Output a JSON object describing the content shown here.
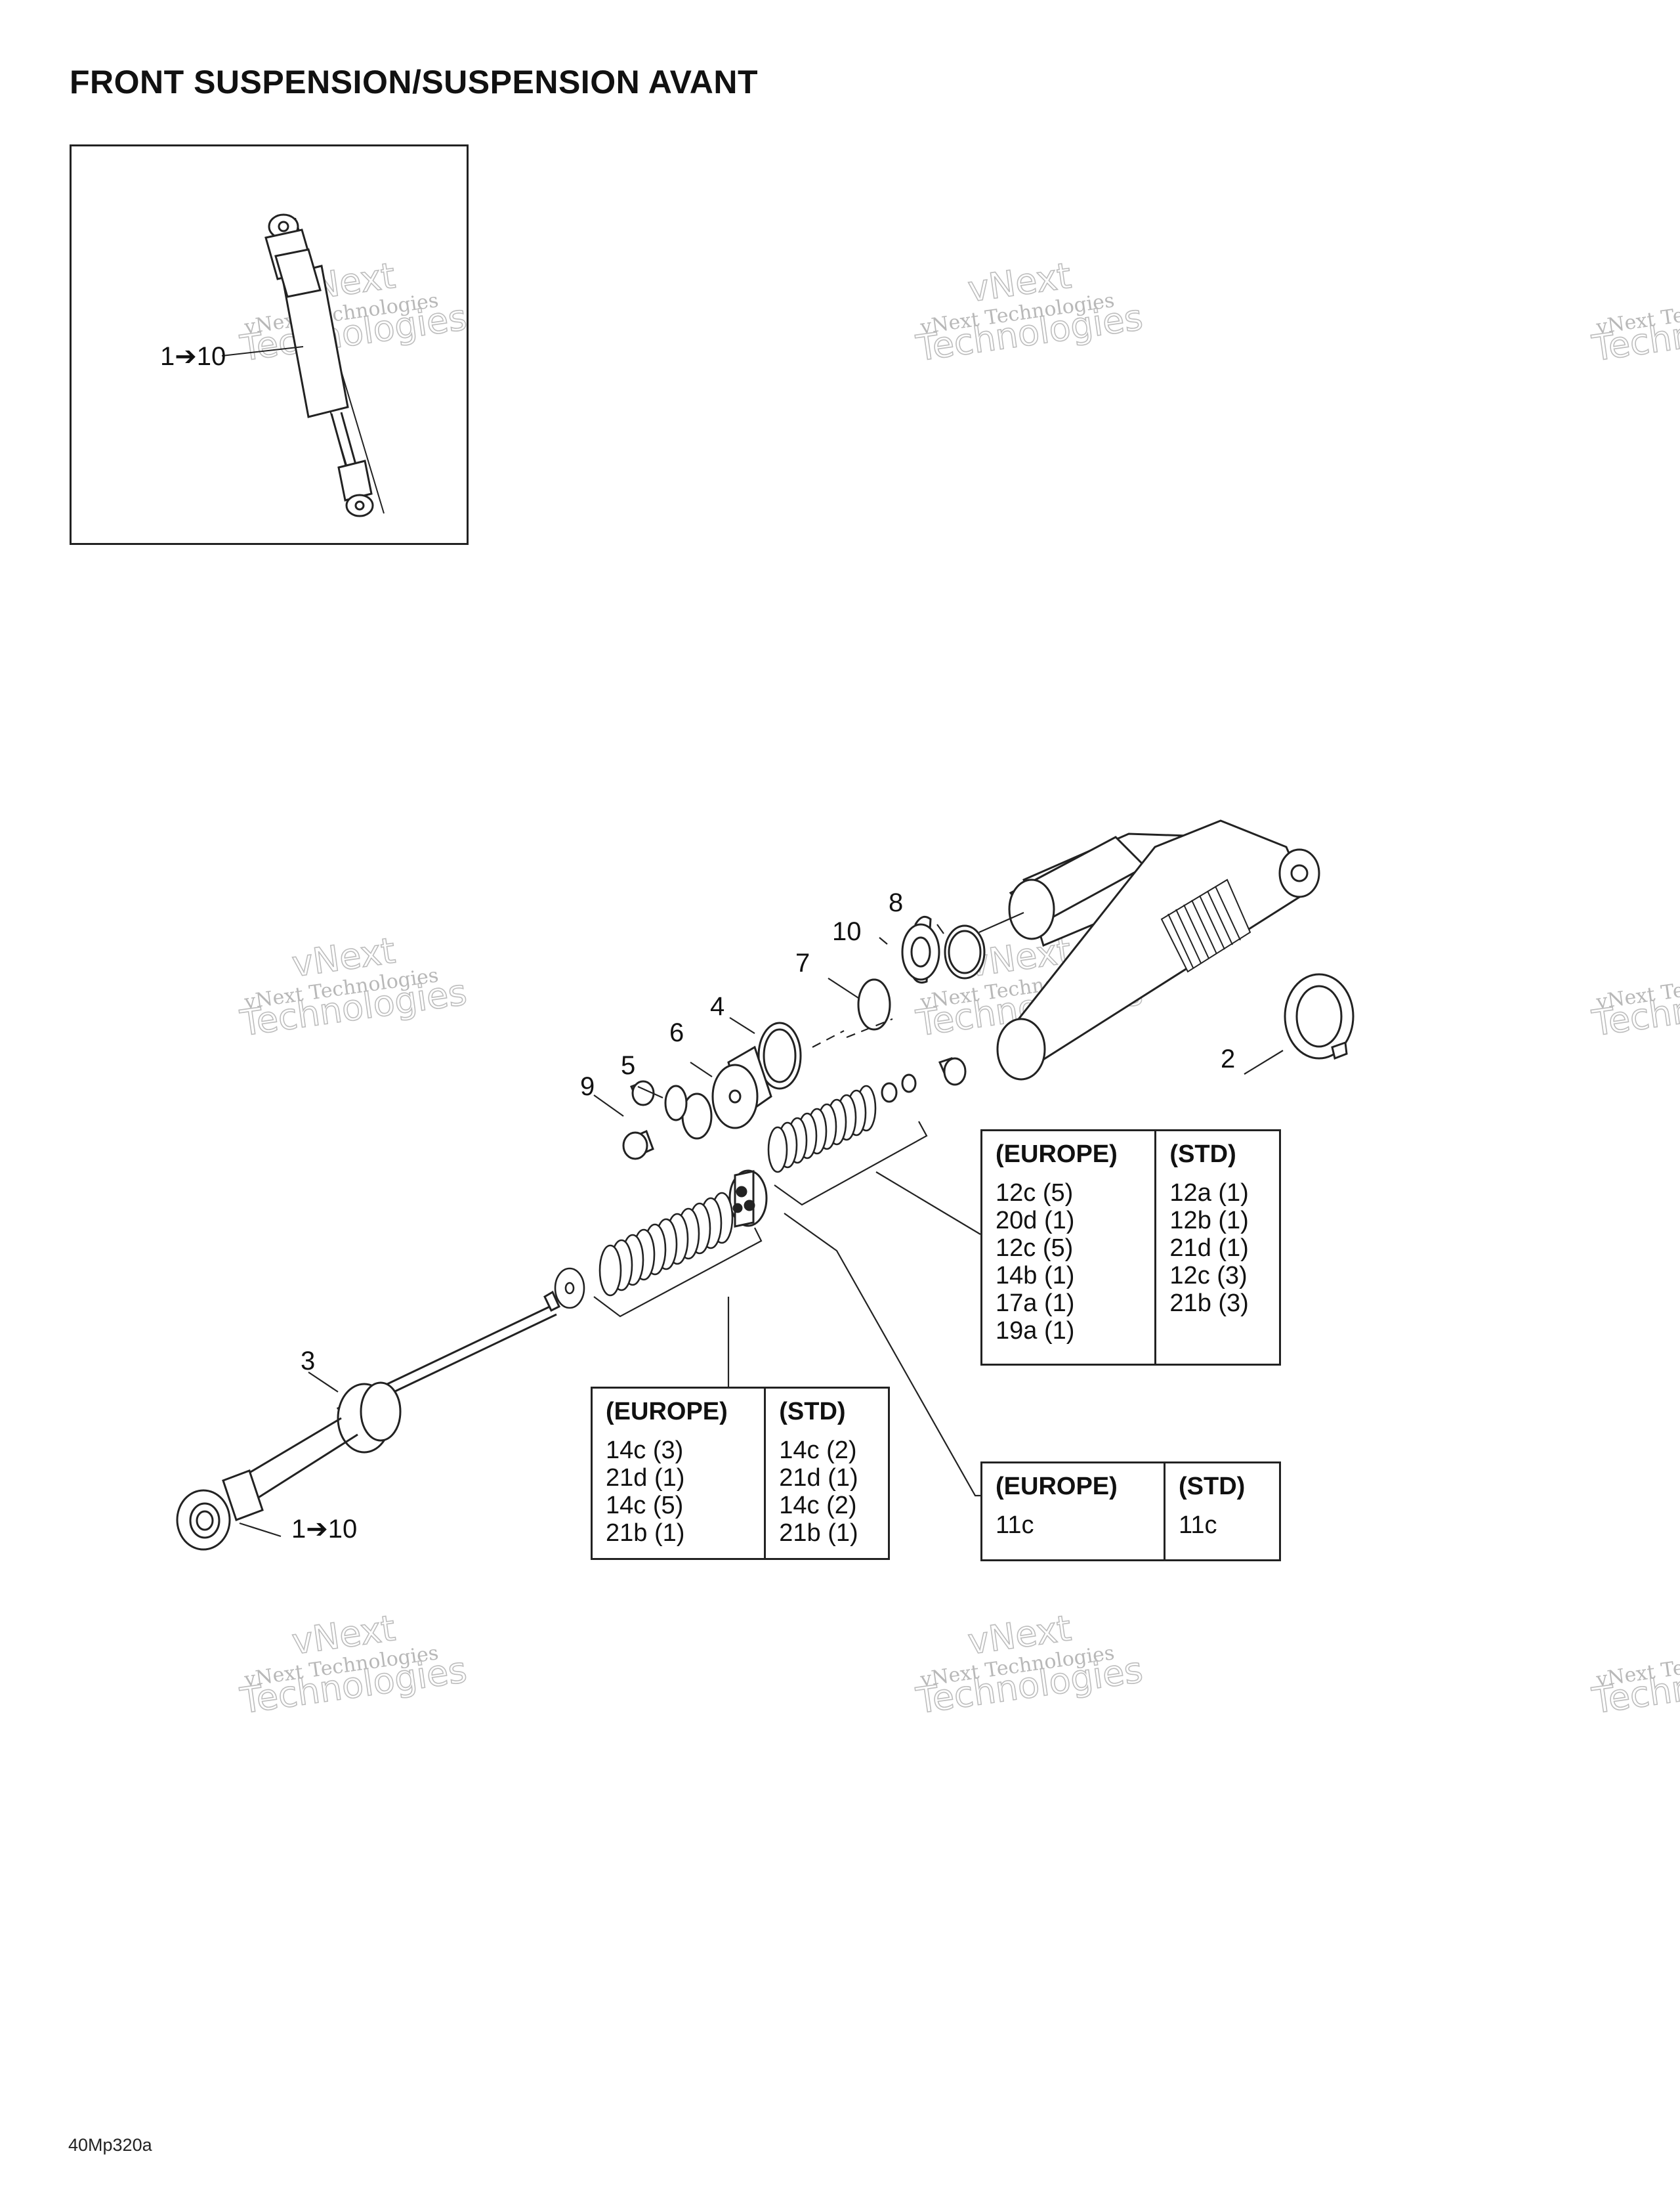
{
  "title": "FRONT SUSPENSION/SUSPENSION AVANT",
  "inset": {
    "label": "1➔10"
  },
  "callouts": {
    "c1": "1➔10",
    "c2": "2",
    "c3": "3",
    "c4": "4",
    "c5": "5",
    "c6": "6",
    "c7": "7",
    "c8": "8",
    "c9": "9",
    "c10": "10"
  },
  "watermark": {
    "line1": "vNext Technologies",
    "line2": "Technologies",
    "line3": "vNext",
    "line_cut": "vNext Te",
    "line_cut2": "Techn"
  },
  "tables": {
    "a": {
      "headers": [
        "(EUROPE)",
        "(STD)"
      ],
      "europe": [
        "12c (5)",
        "20d (1)",
        "12c (5)",
        "14b (1)",
        "17a (1)",
        "19a (1)"
      ],
      "std": [
        "12a (1)",
        "12b (1)",
        "21d (1)",
        "12c (3)",
        "21b (3)"
      ]
    },
    "b": {
      "headers": [
        "(EUROPE)",
        "(STD)"
      ],
      "europe": [
        "14c (3)",
        "21d (1)",
        "14c (5)",
        "21b (1)"
      ],
      "std": [
        "14c (2)",
        "21d (1)",
        "14c (2)",
        "21b (1)"
      ]
    },
    "c": {
      "headers": [
        "(EUROPE)",
        "(STD)"
      ],
      "europe": [
        "11c"
      ],
      "std": [
        "11c"
      ]
    }
  },
  "footer": {
    "ref": "40Mp320a"
  }
}
